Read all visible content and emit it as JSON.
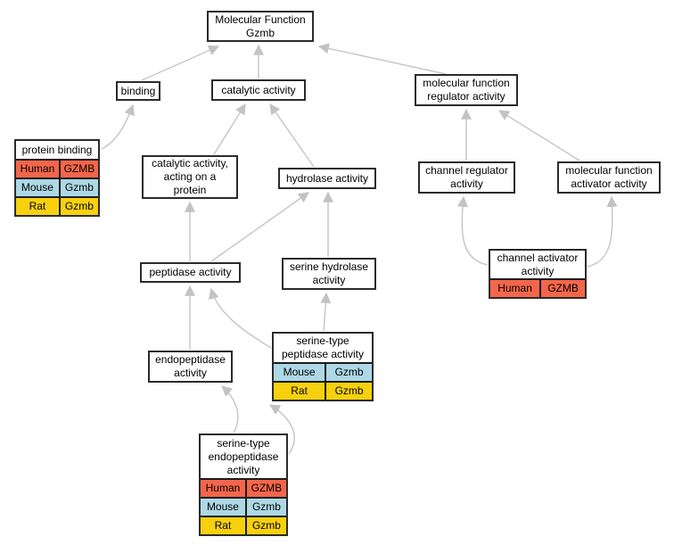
{
  "nodes": {
    "molecular_function_root": {
      "label": "Molecular Function\nGzmb",
      "species": []
    },
    "binding": {
      "label": "binding",
      "species": []
    },
    "catalytic_activity": {
      "label": "catalytic activity",
      "species": []
    },
    "molecular_function_regulator_activity": {
      "label": "molecular function\nregulator activity",
      "species": []
    },
    "protein_binding": {
      "label": "protein binding",
      "species": [
        {
          "organism": "Human",
          "gene": "GZMB",
          "color": "#F4664B"
        },
        {
          "organism": "Mouse",
          "gene": "Gzmb",
          "color": "#ADD8E6"
        },
        {
          "organism": "Rat",
          "gene": "Gzmb",
          "color": "#F7D10D"
        }
      ]
    },
    "catalytic_activity_acting_on_a_protein": {
      "label": "catalytic activity,\nacting on a\nprotein",
      "species": []
    },
    "hydrolase_activity": {
      "label": "hydrolase activity",
      "species": []
    },
    "channel_regulator_activity": {
      "label": "channel regulator\nactivity",
      "species": []
    },
    "molecular_function_activator_activity": {
      "label": "molecular function\nactivator activity",
      "species": []
    },
    "peptidase_activity": {
      "label": "peptidase activity",
      "species": []
    },
    "serine_hydrolase_activity": {
      "label": "serine hydrolase\nactivity",
      "species": []
    },
    "channel_activator_activity": {
      "label": "channel activator\nactivity",
      "species": [
        {
          "organism": "Human",
          "gene": "GZMB",
          "color": "#F4664B"
        }
      ]
    },
    "endopeptidase_activity": {
      "label": "endopeptidase\nactivity",
      "species": []
    },
    "serine_type_peptidase_activity": {
      "label": "serine-type\npeptidase activity",
      "species": [
        {
          "organism": "Mouse",
          "gene": "Gzmb",
          "color": "#ADD8E6"
        },
        {
          "organism": "Rat",
          "gene": "Gzmb",
          "color": "#F7D10D"
        }
      ]
    },
    "serine_type_endopeptidase_activity": {
      "label": "serine-type\nendopeptidase\nactivity",
      "species": [
        {
          "organism": "Human",
          "gene": "GZMB",
          "color": "#F4664B"
        },
        {
          "organism": "Mouse",
          "gene": "Gzmb",
          "color": "#ADD8E6"
        },
        {
          "organism": "Rat",
          "gene": "Gzmb",
          "color": "#F7D10D"
        }
      ]
    }
  },
  "edges": [
    {
      "from": "binding",
      "to": "molecular_function_root"
    },
    {
      "from": "catalytic_activity",
      "to": "molecular_function_root"
    },
    {
      "from": "molecular_function_regulator_activity",
      "to": "molecular_function_root"
    },
    {
      "from": "protein_binding",
      "to": "binding"
    },
    {
      "from": "catalytic_activity_acting_on_a_protein",
      "to": "catalytic_activity"
    },
    {
      "from": "hydrolase_activity",
      "to": "catalytic_activity"
    },
    {
      "from": "channel_regulator_activity",
      "to": "molecular_function_regulator_activity"
    },
    {
      "from": "molecular_function_activator_activity",
      "to": "molecular_function_regulator_activity"
    },
    {
      "from": "peptidase_activity",
      "to": "catalytic_activity_acting_on_a_protein"
    },
    {
      "from": "peptidase_activity",
      "to": "hydrolase_activity"
    },
    {
      "from": "serine_hydrolase_activity",
      "to": "hydrolase_activity"
    },
    {
      "from": "channel_activator_activity",
      "to": "channel_regulator_activity"
    },
    {
      "from": "channel_activator_activity",
      "to": "molecular_function_activator_activity"
    },
    {
      "from": "endopeptidase_activity",
      "to": "peptidase_activity"
    },
    {
      "from": "serine_type_peptidase_activity",
      "to": "peptidase_activity"
    },
    {
      "from": "serine_type_peptidase_activity",
      "to": "serine_hydrolase_activity"
    },
    {
      "from": "serine_type_endopeptidase_activity",
      "to": "endopeptidase_activity"
    },
    {
      "from": "serine_type_endopeptidase_activity",
      "to": "serine_type_peptidase_activity"
    }
  ],
  "colors": {
    "human_row": "#F4664B",
    "mouse_row": "#ADD8E6",
    "rat_row": "#F7D10D",
    "edge": "#C8C8C8",
    "node_border": "#2B2B2B"
  }
}
